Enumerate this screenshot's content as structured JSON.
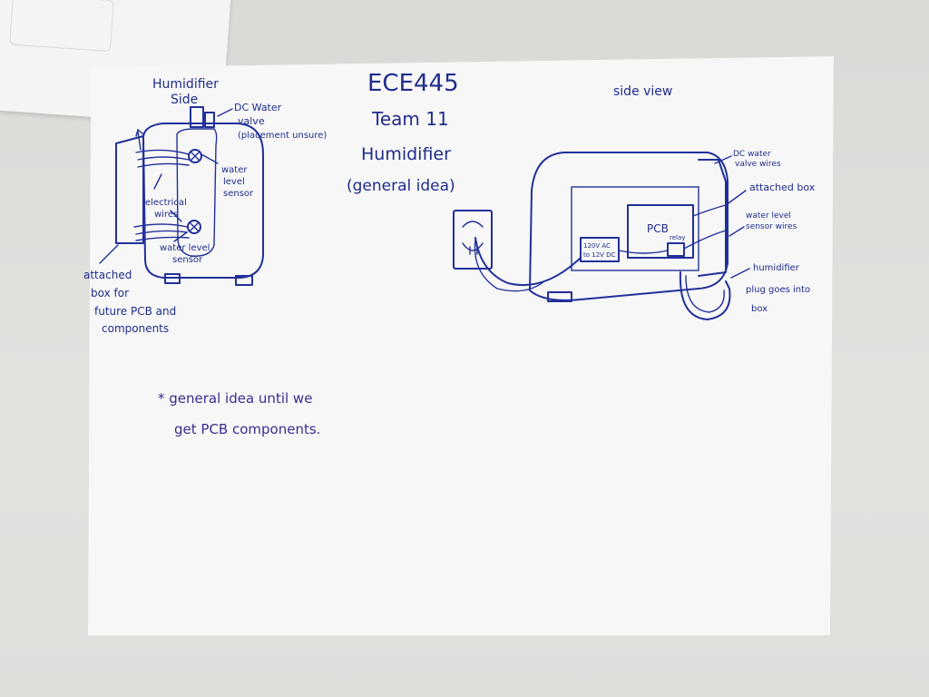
{
  "title": {
    "course": "ECE445",
    "team": "Team 11",
    "project": "Humidifier",
    "subtitle": "(general idea)"
  },
  "left_sketch": {
    "heading_line1": "Humidifier",
    "heading_line2": "Side",
    "labels": {
      "dc_valve_line1": "DC Water",
      "dc_valve_line2": "valve",
      "dc_valve_line3": "(placement unsure)",
      "sensor_top_line1": "water",
      "sensor_top_line2": "level",
      "sensor_top_line3": "sensor",
      "wires_line1": "electrical",
      "wires_line2": "wires",
      "sensor_bottom_line1": "water level",
      "sensor_bottom_line2": "sensor",
      "box_line1": "attached",
      "box_line2": "box for",
      "box_line3": "future PCB and",
      "box_line4": "components"
    }
  },
  "right_sketch": {
    "heading": "side view",
    "labels": {
      "pcb": "PCB",
      "converter_line1": "120V AC",
      "converter_line2": "to 12V DC",
      "relay": "relay",
      "dc_valve_wires_line1": "DC water",
      "dc_valve_wires_line2": "valve wires",
      "attached_box": "attached box",
      "sensor_wires_line1": "water level",
      "sensor_wires_line2": "sensor wires",
      "plug_line1": "humidifier",
      "plug_line2": "plug goes into",
      "plug_line3": "box"
    }
  },
  "note": {
    "line1": "* general idea until we",
    "line2": "get PCB components."
  },
  "colors": {
    "ink": "#22309a",
    "paper": "#f7f7f8",
    "table": "#dcdcd9"
  }
}
